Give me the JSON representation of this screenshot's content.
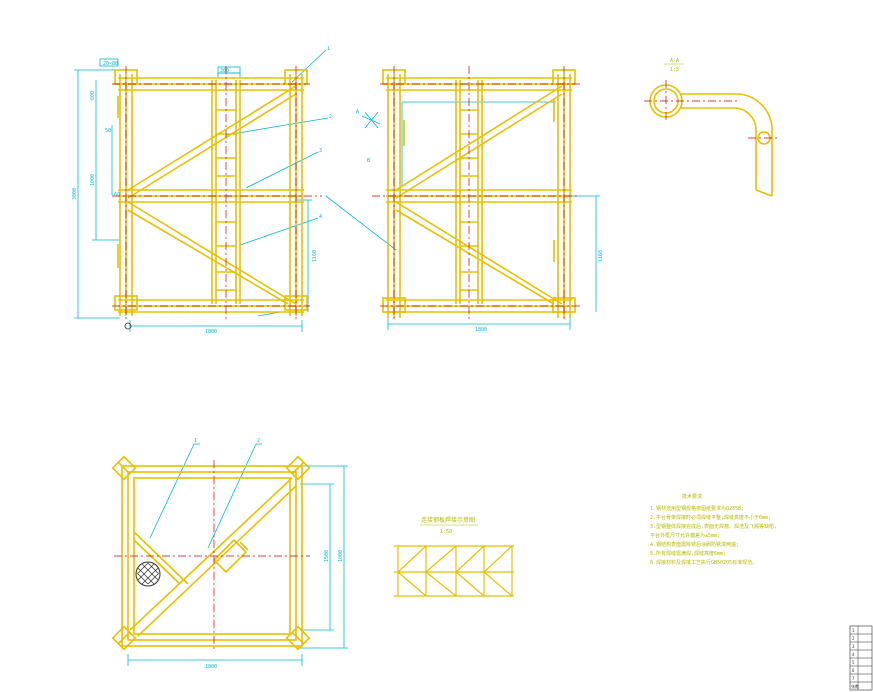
{
  "colors": {
    "background": "#ffffff",
    "steel": "#e8c000",
    "steel_dark": "#c8a000",
    "centerline": "#d40000",
    "dimension": "#00b8d4",
    "outline": "#303030",
    "annotation": "#b8b800"
  },
  "elevation_a": {
    "top_tag": "20×80",
    "mid_tag": "300",
    "width_dim": "1800",
    "left_dim_outer": "3000",
    "left_dim_mid": "1000",
    "left_dim_small": "600",
    "left_dim_tick": "50",
    "right_dim": "1160",
    "node_mark": "60",
    "callouts": [
      "1",
      "2",
      "3",
      "4"
    ]
  },
  "elevation_b": {
    "width_dim": "1800",
    "right_dim": "1160",
    "side_mark_a": "A",
    "side_mark_b": "B"
  },
  "detail": {
    "title": "A-A",
    "scale": "1:5"
  },
  "plan": {
    "width_dim": "1800",
    "right_dim_outer": "1800",
    "right_dim_inner": "1500",
    "callouts": [
      "1",
      "2"
    ]
  },
  "truss": {
    "title": "连接钢板焊接示意图",
    "scale": "1:50"
  },
  "notes": {
    "title": "技术要求",
    "lines": [
      "1.钢材选用型钢规格按图纸要求为Q235B;",
      "2.平台骨架焊接时必须焊缝平整,焊缝高度不小于6mm;",
      "3.型钢整体焊接完成后,表面无焊瘤、焊渣及飞溅等缺陷,",
      "  平台外框尺寸允许偏差为±5mm;",
      "4.钢结构表面需除锈后涂刷防锈漆两遍;",
      "5.所有焊缝需满焊,焊缝高度6mm;",
      "6.焊接材料及焊接工艺执行GB50205标准规范。"
    ]
  },
  "title_block": {
    "rows": [
      "1",
      "2",
      "3",
      "4",
      "5",
      "6",
      "7"
    ],
    "footer": "张数"
  }
}
